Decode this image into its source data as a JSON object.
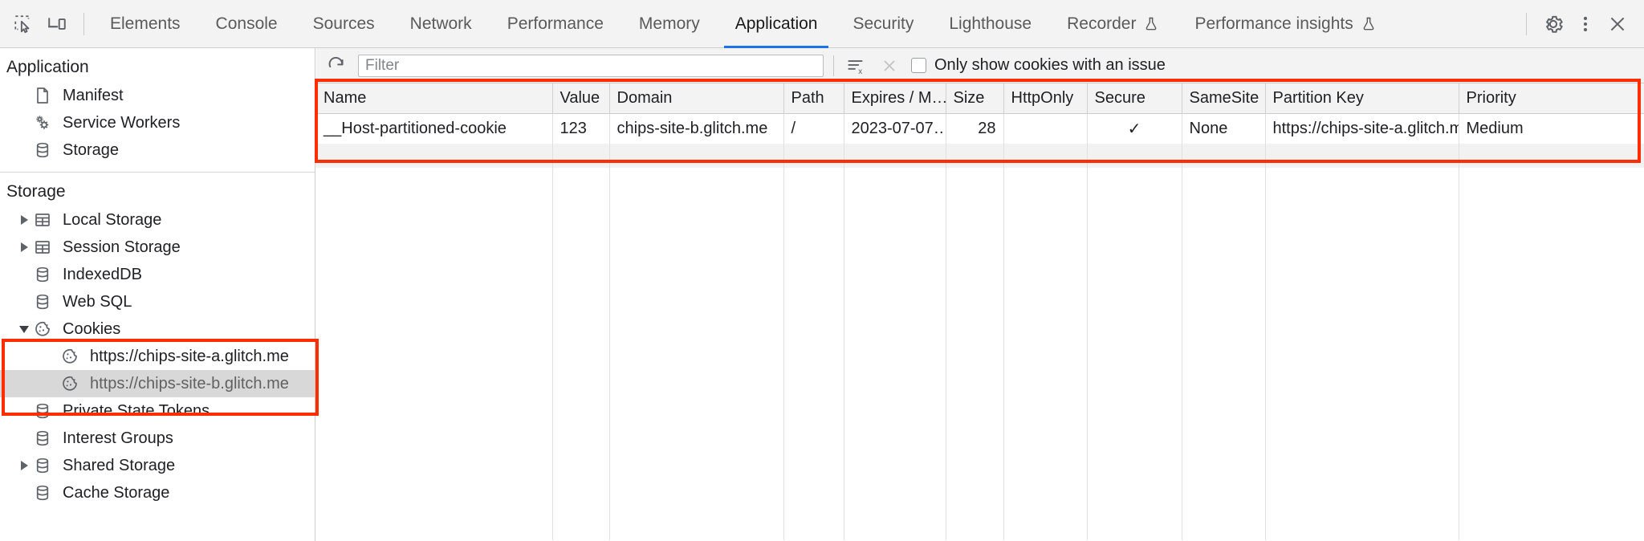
{
  "toolbar": {
    "icons": [
      {
        "name": "inspect-element-icon",
        "label": "Inspect element"
      },
      {
        "name": "device-toolbar-icon",
        "label": "Toggle device toolbar"
      }
    ],
    "tabs": [
      {
        "label": "Elements",
        "active": false,
        "experimental": false
      },
      {
        "label": "Console",
        "active": false,
        "experimental": false
      },
      {
        "label": "Sources",
        "active": false,
        "experimental": false
      },
      {
        "label": "Network",
        "active": false,
        "experimental": false
      },
      {
        "label": "Performance",
        "active": false,
        "experimental": false
      },
      {
        "label": "Memory",
        "active": false,
        "experimental": false
      },
      {
        "label": "Application",
        "active": true,
        "experimental": false
      },
      {
        "label": "Security",
        "active": false,
        "experimental": false
      },
      {
        "label": "Lighthouse",
        "active": false,
        "experimental": false
      },
      {
        "label": "Recorder",
        "active": false,
        "experimental": true
      },
      {
        "label": "Performance insights",
        "active": false,
        "experimental": true
      }
    ],
    "right_icons": [
      {
        "name": "settings-gear-icon",
        "label": "Settings"
      },
      {
        "name": "more-options-icon",
        "label": "Customize and control DevTools"
      },
      {
        "name": "close-icon",
        "label": "Close DevTools"
      }
    ],
    "active_tab_underline_color": "#1a73e8"
  },
  "sidebar": {
    "sections": [
      {
        "title": "Application",
        "items": [
          {
            "label": "Manifest",
            "icon": "manifest-document-icon",
            "indent": 1,
            "twisty": "none",
            "selected": false
          },
          {
            "label": "Service Workers",
            "icon": "service-workers-gears-icon",
            "indent": 1,
            "twisty": "none",
            "selected": false
          },
          {
            "label": "Storage",
            "icon": "database-icon",
            "indent": 1,
            "twisty": "none",
            "selected": false
          }
        ]
      },
      {
        "title": "Storage",
        "items": [
          {
            "label": "Local Storage",
            "icon": "table-icon",
            "indent": 1,
            "twisty": "collapsed",
            "selected": false
          },
          {
            "label": "Session Storage",
            "icon": "table-icon",
            "indent": 1,
            "twisty": "collapsed",
            "selected": false
          },
          {
            "label": "IndexedDB",
            "icon": "database-icon",
            "indent": 1,
            "twisty": "none",
            "selected": false
          },
          {
            "label": "Web SQL",
            "icon": "database-icon",
            "indent": 1,
            "twisty": "none",
            "selected": false
          },
          {
            "label": "Cookies",
            "icon": "cookie-icon",
            "indent": 1,
            "twisty": "expanded",
            "selected": false
          },
          {
            "label": "https://chips-site-a.glitch.me",
            "icon": "cookie-icon",
            "indent": 2,
            "twisty": "none",
            "selected": false
          },
          {
            "label": "https://chips-site-b.glitch.me",
            "icon": "cookie-icon",
            "indent": 2,
            "twisty": "none",
            "selected": true
          },
          {
            "label": "Private State Tokens",
            "icon": "database-icon",
            "indent": 1,
            "twisty": "none",
            "selected": false
          },
          {
            "label": "Interest Groups",
            "icon": "database-icon",
            "indent": 1,
            "twisty": "none",
            "selected": false
          },
          {
            "label": "Shared Storage",
            "icon": "database-icon",
            "indent": 1,
            "twisty": "collapsed",
            "selected": false
          },
          {
            "label": "Cache Storage",
            "icon": "database-icon",
            "indent": 1,
            "twisty": "none",
            "selected": false
          }
        ]
      }
    ]
  },
  "filterbar": {
    "refresh_label": "Refresh",
    "filter_placeholder": "Filter",
    "filter_value": "",
    "clear_all_cookies_label": "Clear all cookies",
    "delete_selected_label": "Delete selected cookie",
    "issue_checkbox_label": "Only show cookies with an issue",
    "issue_checkbox_checked": false
  },
  "cookies_table": {
    "columns": [
      {
        "key": "name",
        "label": "Name",
        "align": "left"
      },
      {
        "key": "value",
        "label": "Value",
        "align": "left"
      },
      {
        "key": "domain",
        "label": "Domain",
        "align": "left"
      },
      {
        "key": "path",
        "label": "Path",
        "align": "left"
      },
      {
        "key": "expires",
        "label": "Expires / M…",
        "align": "left"
      },
      {
        "key": "size",
        "label": "Size",
        "align": "right"
      },
      {
        "key": "httponly",
        "label": "HttpOnly",
        "align": "center"
      },
      {
        "key": "secure",
        "label": "Secure",
        "align": "center"
      },
      {
        "key": "samesite",
        "label": "SameSite",
        "align": "left"
      },
      {
        "key": "partitionkey",
        "label": "Partition Key",
        "align": "left"
      },
      {
        "key": "priority",
        "label": "Priority",
        "align": "left"
      }
    ],
    "rows": [
      {
        "name": "__Host-partitioned-cookie",
        "value": "123",
        "domain": "chips-site-b.glitch.me",
        "path": "/",
        "expires": "2023-07-07…",
        "size": "28",
        "httponly": "",
        "secure": "✓",
        "samesite": "None",
        "partitionkey": "https://chips-site-a.glitch.me",
        "priority": "Medium"
      }
    ]
  },
  "annotations": {
    "highlight_color": "#ff2d00",
    "boxes": [
      {
        "name": "cookies-table-highlight"
      },
      {
        "name": "cookies-tree-highlight"
      }
    ]
  }
}
